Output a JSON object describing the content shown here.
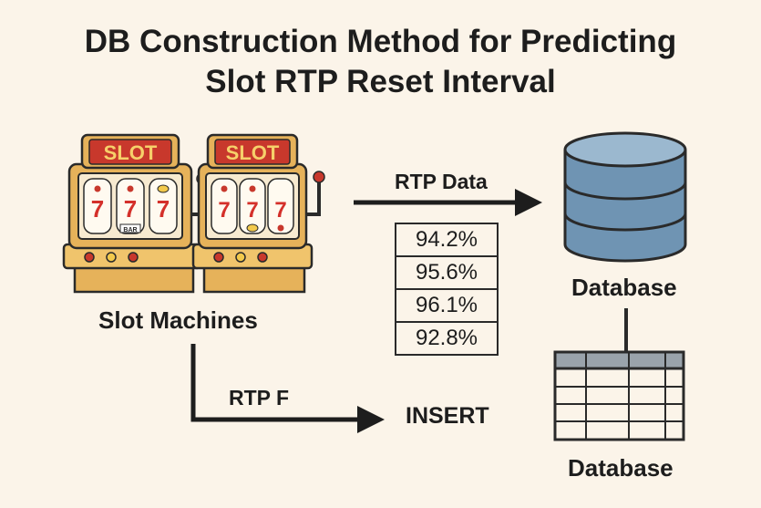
{
  "title": {
    "line1": "DB Construction Method for Predicting",
    "line2": "Slot RTP Reset Interval"
  },
  "slot_machines": {
    "sign_text": "SLOT",
    "reel_symbol": "7",
    "bar_text": "BAR",
    "label": "Slot Machines"
  },
  "arrows": {
    "rtp_data_label": "RTP Data",
    "rtp_f_label": "RTP F",
    "insert_label": "INSERT"
  },
  "rtp_values": [
    "94.2%",
    "95.6%",
    "96.1%",
    "92.8%"
  ],
  "database_cylinder": {
    "label": "Database"
  },
  "database_table": {
    "label": "Database"
  },
  "colors": {
    "background": "#fbf4e9",
    "cabinet": "#e6b25a",
    "sign_red": "#c8382c",
    "reel_seven": "#d4302a",
    "db_blue": "#6f94b3",
    "table_header": "#9aa3ab"
  }
}
